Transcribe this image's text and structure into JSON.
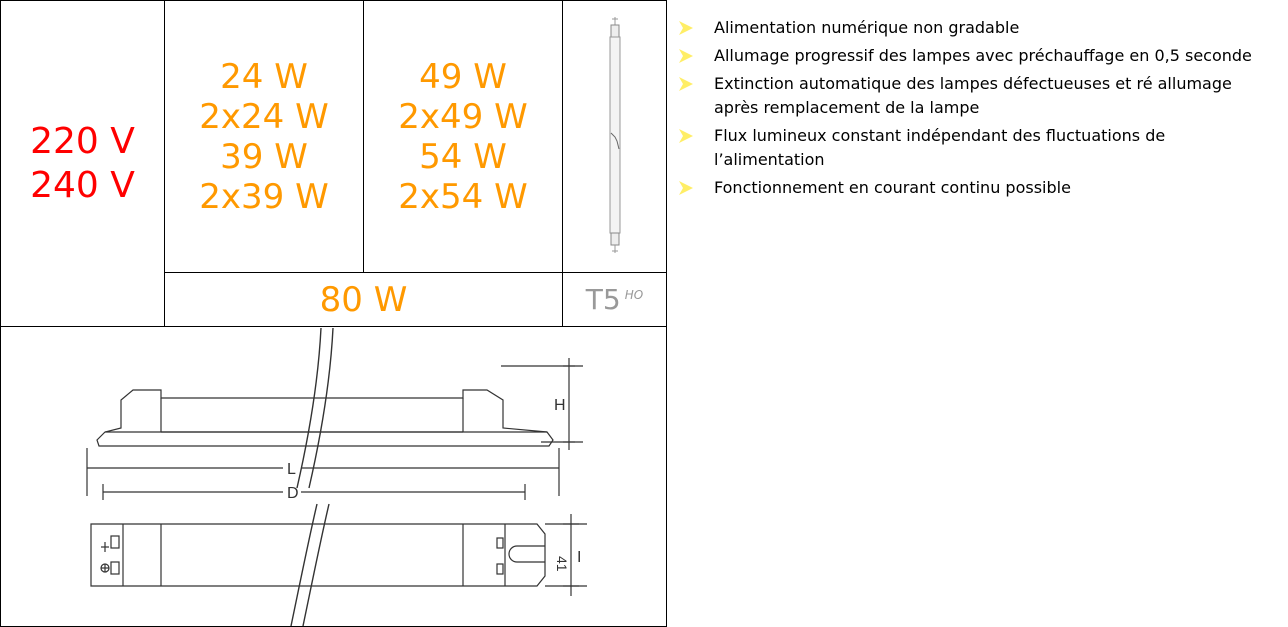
{
  "spec": {
    "voltages": [
      "220 V",
      "240 V"
    ],
    "wattage_col1": [
      "24 W",
      "2x24 W",
      "39 W",
      "2x39 W"
    ],
    "wattage_col2": [
      "49 W",
      "2x49 W",
      "54 W",
      "2x54 W"
    ],
    "wattage_bottom": "80 W",
    "lamp_type": "T5",
    "lamp_type_sup": "HO"
  },
  "drawing": {
    "label_h": "H",
    "label_l": "L",
    "label_d": "D",
    "label_41": "41",
    "label_i": "I"
  },
  "features": [
    "Alimentation numérique non gradable",
    "Allumage progressif des lampes avec préchauffage en 0,5 seconde",
    "Extinction automatique des lampes défectueuses et ré allumage après remplacement de la lampe",
    "Flux lumineux constant indépendant des fluctuations de l’alimentation",
    "Fonctionnement en courant continu possible"
  ],
  "colors": {
    "voltage": "#ff0000",
    "wattage": "#ff9900",
    "lamp_type": "#999999",
    "bullet": "#ffee66"
  }
}
